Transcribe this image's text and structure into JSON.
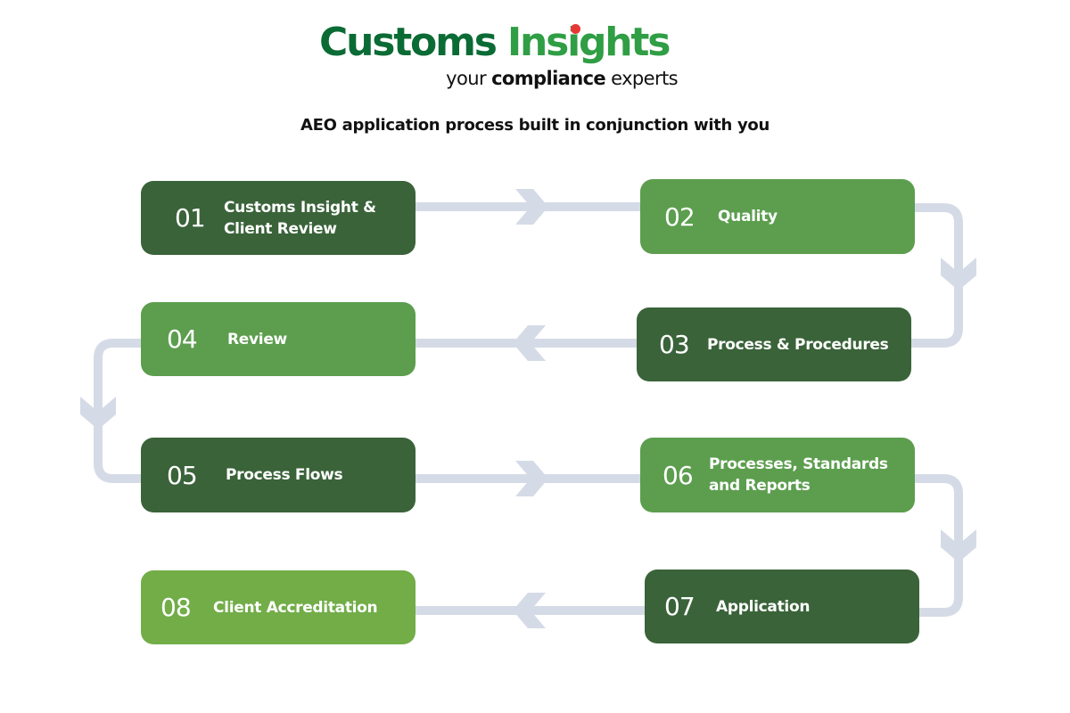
{
  "logo": {
    "brand_part1": "Customs",
    "brand_part2": "Insights",
    "tagline_pre": "your",
    "tagline_bold": "compliance",
    "tagline_post": "experts"
  },
  "headline": "AEO application process built in conjunction with you",
  "colors": {
    "dark_step": "#3a6339",
    "mid_step": "#5c9e4e",
    "lime_step": "#72ad48",
    "connector": "#d5dbe6",
    "brand_dark": "#0b6b35",
    "brand_light": "#2f9e44",
    "brand_dot": "#e53935"
  },
  "steps": [
    {
      "num": "01",
      "label": "Customs Insight & Client Review"
    },
    {
      "num": "02",
      "label": "Quality"
    },
    {
      "num": "03",
      "label": "Process & Procedures"
    },
    {
      "num": "04",
      "label": "Review"
    },
    {
      "num": "05",
      "label": "Process Flows"
    },
    {
      "num": "06",
      "label": "Processes, Standards and Reports"
    },
    {
      "num": "07",
      "label": "Application"
    },
    {
      "num": "08",
      "label": "Client Accreditation"
    }
  ],
  "flow": [
    {
      "from": "01",
      "to": "02",
      "direction": "right"
    },
    {
      "from": "02",
      "to": "03",
      "direction": "down"
    },
    {
      "from": "03",
      "to": "04",
      "direction": "left"
    },
    {
      "from": "04",
      "to": "05",
      "direction": "down"
    },
    {
      "from": "05",
      "to": "06",
      "direction": "right"
    },
    {
      "from": "06",
      "to": "07",
      "direction": "down"
    },
    {
      "from": "07",
      "to": "08",
      "direction": "left"
    }
  ]
}
